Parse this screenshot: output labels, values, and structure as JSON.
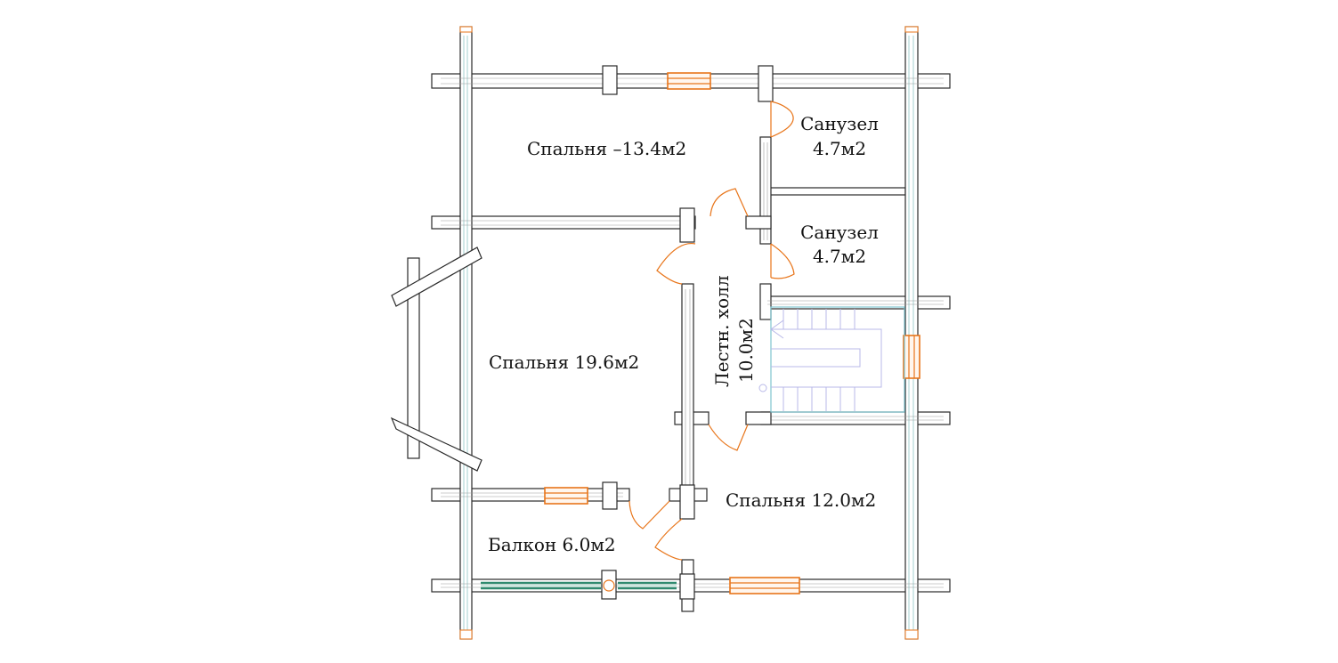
{
  "plan": {
    "rooms": [
      {
        "id": "bedroom-1",
        "label": "Спальня –13.4м2"
      },
      {
        "id": "bathroom-1-name",
        "label": "Санузел"
      },
      {
        "id": "bathroom-1-area",
        "label": "4.7м2"
      },
      {
        "id": "bathroom-2-name",
        "label": "Санузел"
      },
      {
        "id": "bathroom-2-area",
        "label": "4.7м2"
      },
      {
        "id": "bedroom-2",
        "label": "Спальня  19.6м2"
      },
      {
        "id": "hall-name",
        "label": "Лестн. холл"
      },
      {
        "id": "hall-area",
        "label": "10.0м2"
      },
      {
        "id": "bedroom-3",
        "label": "Спальня 12.0м2"
      },
      {
        "id": "balcony",
        "label": "Балкон 6.0м2"
      }
    ],
    "colors": {
      "wall": "#2a2a2a",
      "window": "#e8751a",
      "door": "#e8751a",
      "stairs": "#b8b8e8",
      "railing": "#2f8a6f"
    }
  }
}
